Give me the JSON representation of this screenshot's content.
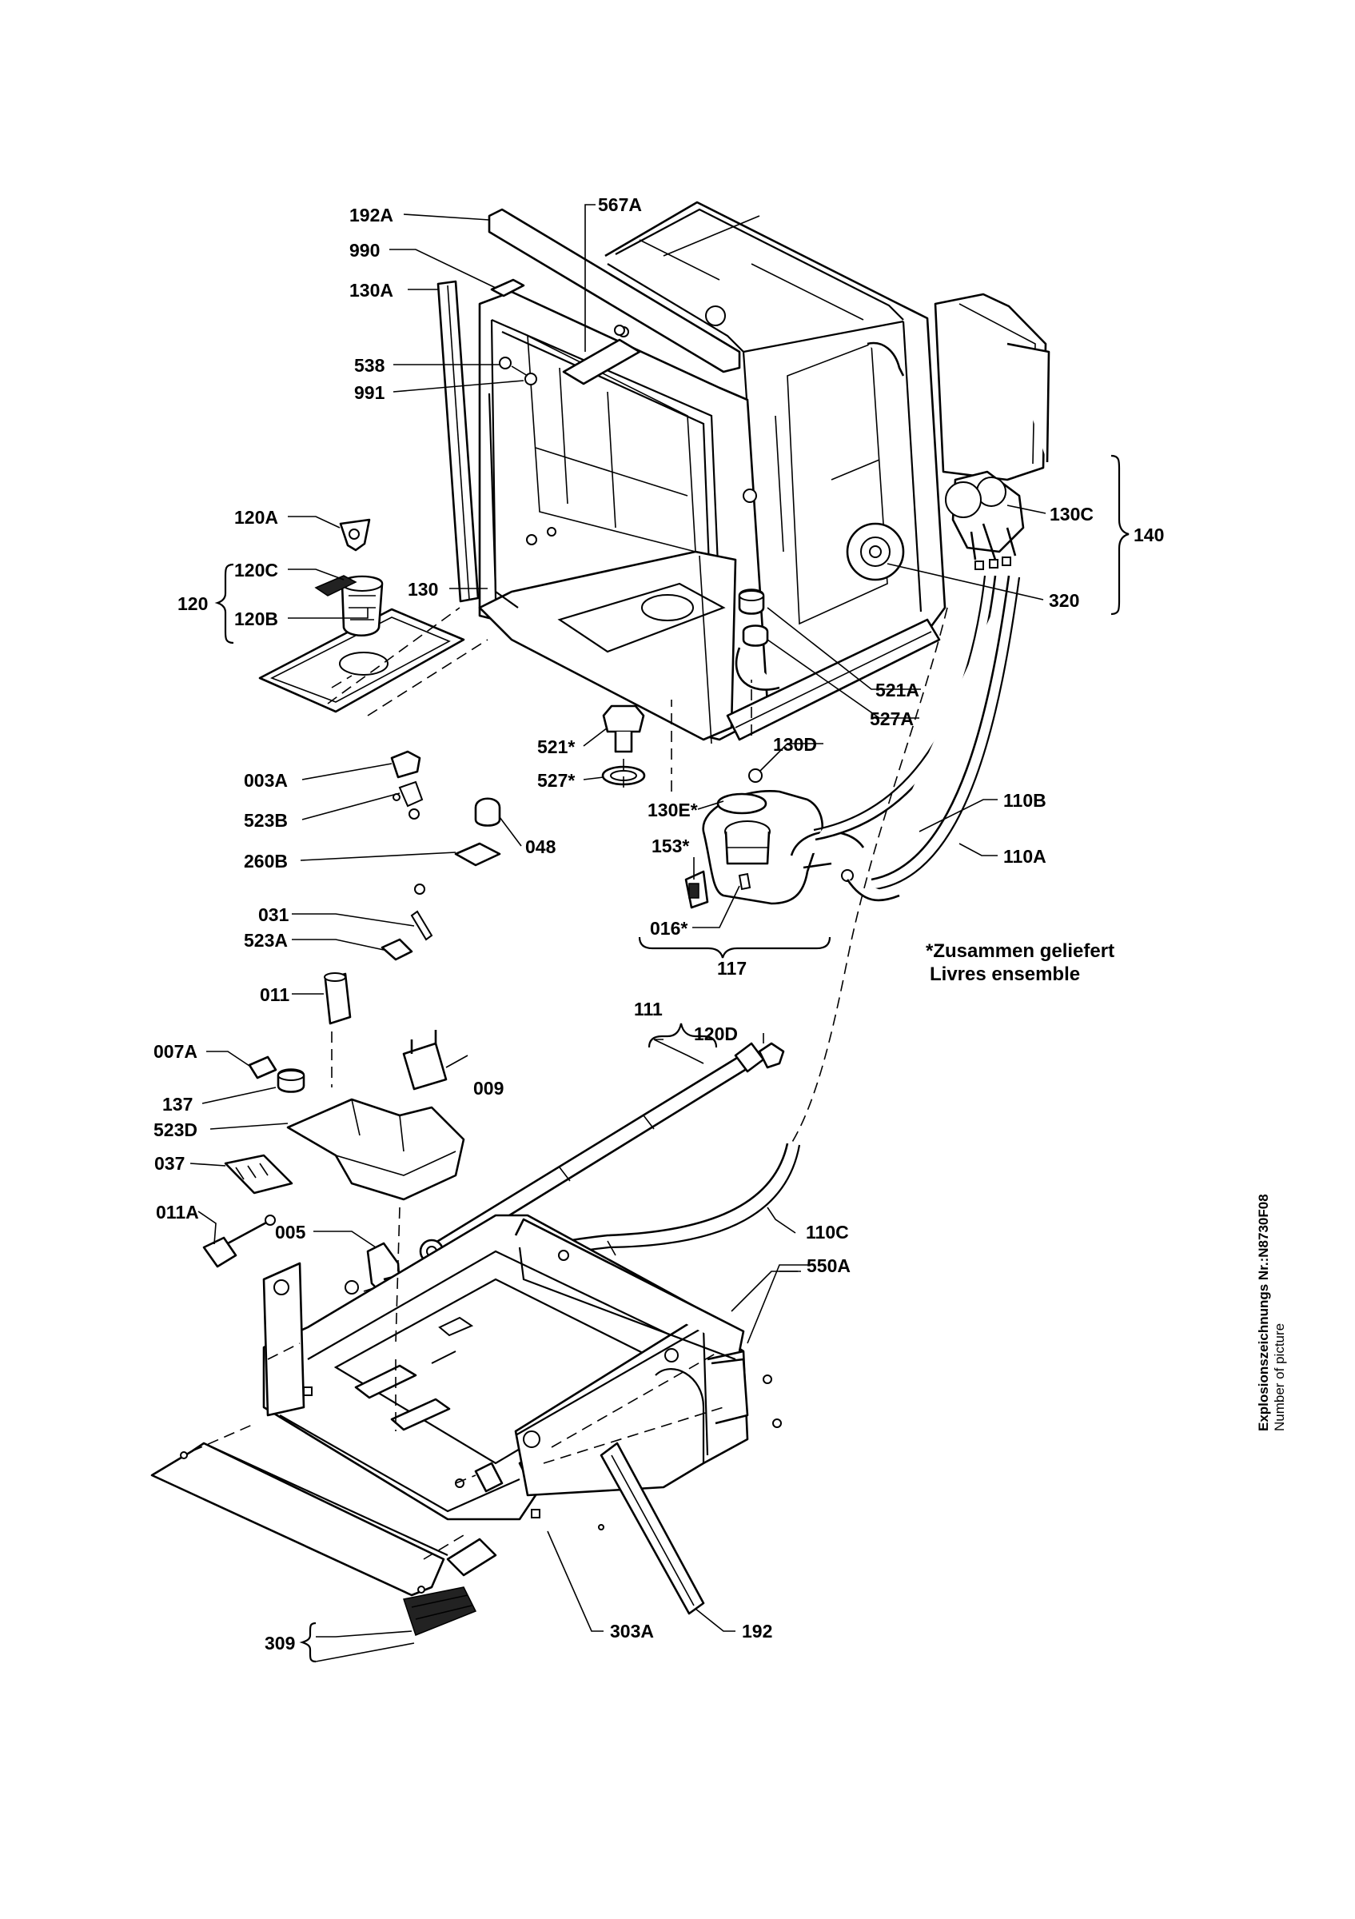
{
  "labels": {
    "l192A": "192A",
    "l567A": "567A",
    "l990": "990",
    "l130A": "130A",
    "l538": "538",
    "l991": "991",
    "l120A": "120A",
    "l120C": "120C",
    "l120": "120",
    "l120B": "120B",
    "l130": "130",
    "l130C": "130C",
    "l140": "140",
    "l320": "320",
    "l521A": "521A",
    "l527A": "527A",
    "l521s": "521*",
    "l527s": "527*",
    "l130D": "130D",
    "l003A": "003A",
    "l523B": "523B",
    "l048": "048",
    "l260B": "260B",
    "l130Es": "130E*",
    "l110B": "110B",
    "l153s": "153*",
    "l110A": "110A",
    "l016s": "016*",
    "l117": "117",
    "l031": "031",
    "l523A": "523A",
    "l011": "011",
    "l111": "111",
    "l120D": "120D",
    "l007A": "007A",
    "l009": "009",
    "l137": "137",
    "l523D": "523D",
    "l037": "037",
    "l011A": "011A",
    "l005": "005",
    "l110C": "110C",
    "l550A": "550A",
    "l303A": "303A",
    "l192": "192",
    "l309": "309"
  },
  "note": {
    "line1": "*Zusammen geliefert",
    "line2": "Livres ensemble"
  },
  "side_label": {
    "line1": "Explosionszeichnungs Nr.:N8730F08",
    "line2": "Number of picture"
  }
}
